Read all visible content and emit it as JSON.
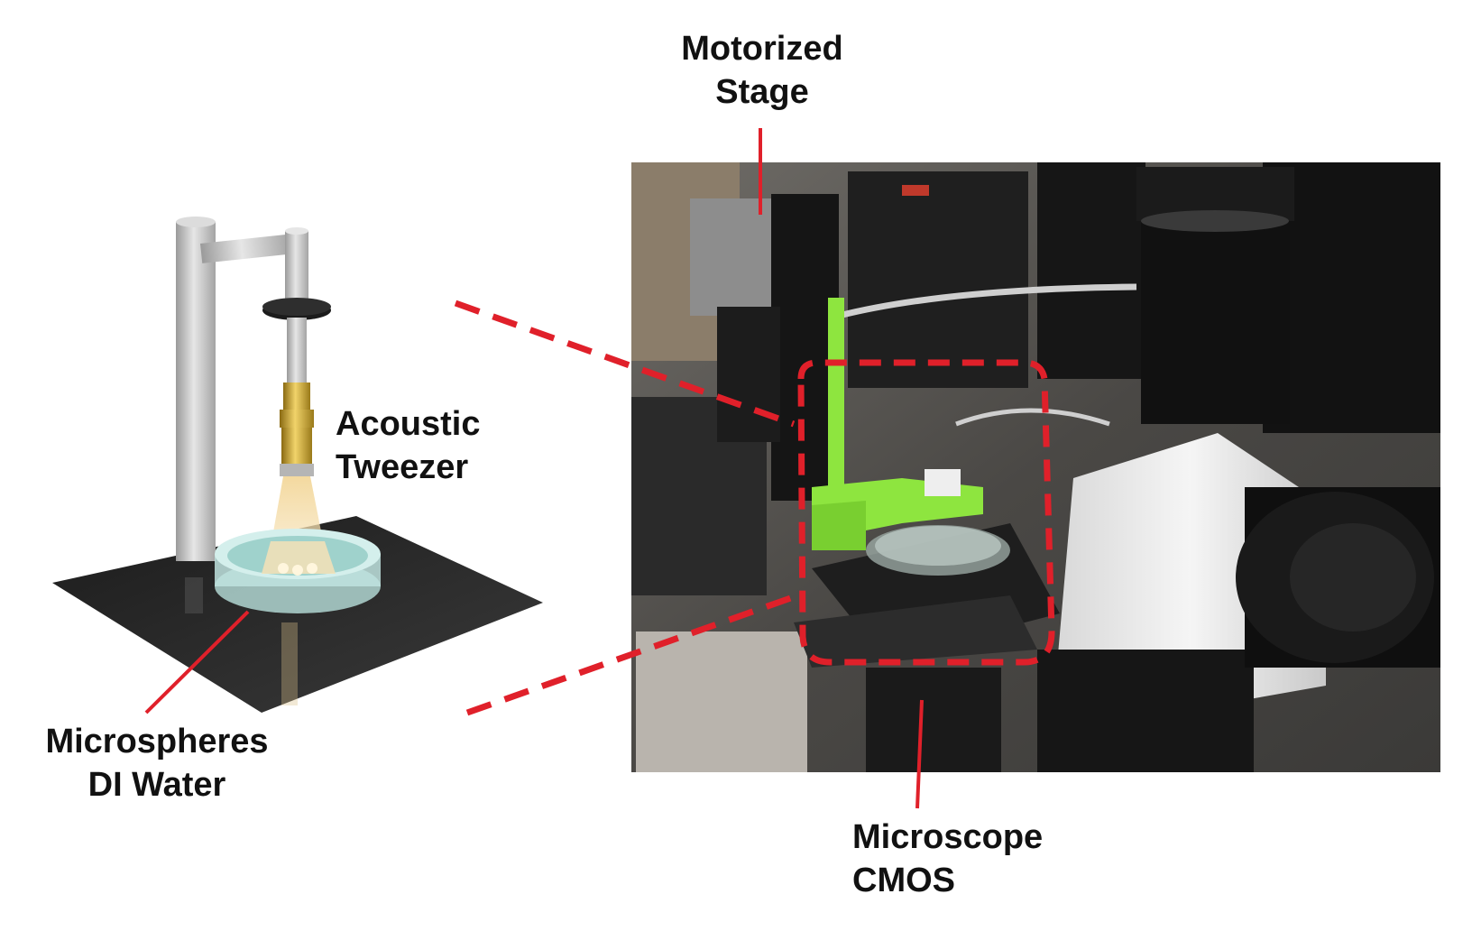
{
  "labels": {
    "motorized_stage": {
      "line1": "Motorized",
      "line2": "Stage"
    },
    "acoustic_tweezer": {
      "line1": "Acoustic",
      "line2": "Tweezer"
    },
    "microspheres": {
      "line1": "Microspheres",
      "line2": "DI Water"
    },
    "microscope": {
      "line1": "Microscope",
      "line2": "CMOS"
    }
  },
  "colors": {
    "callout_line": "#e0202a",
    "dashed_outline": "#e0202a",
    "stage_plate": "#2b2b2b",
    "pole": "#c4c4c4",
    "bracket_green": "#8ee53f",
    "dish_water": "#bfe3df",
    "transducer_gold": "#c9a227"
  }
}
